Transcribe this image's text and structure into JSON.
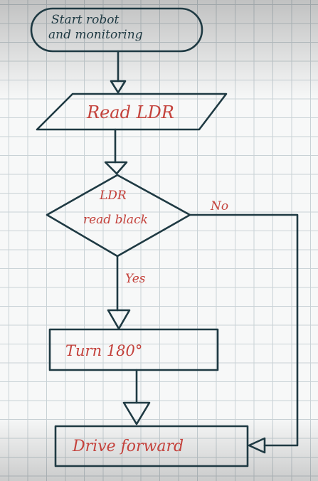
{
  "nodes": {
    "start": {
      "line1": "Start robot",
      "line2": "and monitoring"
    },
    "read": {
      "label": "Read LDR"
    },
    "decision": {
      "line1": "LDR",
      "line2": "read black"
    },
    "turn": {
      "label": "Turn 180°"
    },
    "drive": {
      "label": "Drive forward"
    }
  },
  "edges": {
    "yes_label": "Yes",
    "no_label": "No"
  },
  "colors": {
    "ink": "#1f3a43",
    "handwriting_red": "#c4423c",
    "grid": "#c9d2d6"
  }
}
